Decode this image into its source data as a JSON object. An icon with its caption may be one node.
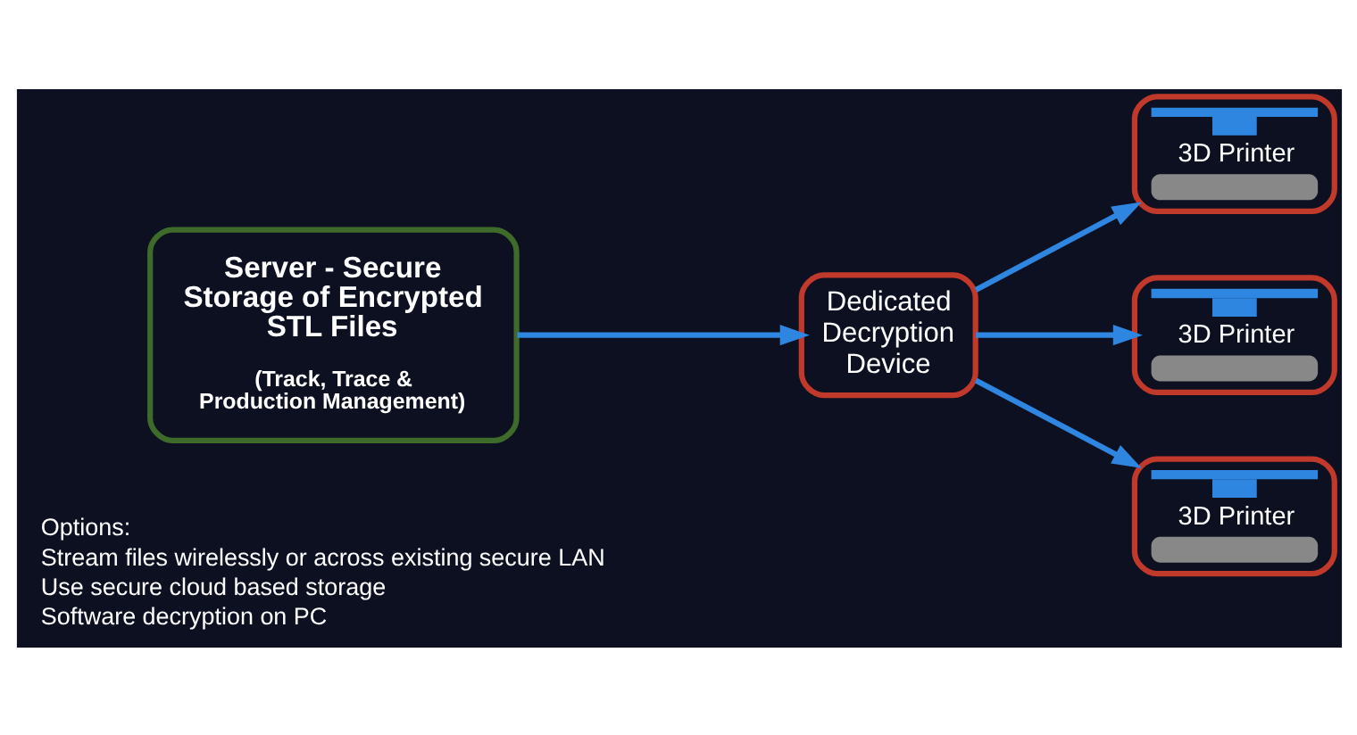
{
  "diagram": {
    "nodes": [
      {
        "text": [
          "Server - Secure Storage of Encrypted STL Files",
          "(Track, Trace & Production Management)"
        ]
      },
      {
        "text": [
          "Dedicated Decryption Device"
        ]
      },
      {
        "text": [
          "3D Printer"
        ]
      },
      {
        "text": [
          "3D Printer"
        ]
      },
      {
        "text": [
          "3D Printer"
        ]
      }
    ],
    "edges": [
      {
        "from": 0,
        "to": 1,
        "arrow": "to"
      },
      {
        "from": 1,
        "to": 2,
        "arrow": "to"
      },
      {
        "from": 1,
        "to": 3,
        "arrow": "to"
      },
      {
        "from": 1,
        "to": 4,
        "arrow": "to"
      }
    ],
    "labels": [
      "Options:",
      "Stream files wirelessly or across existing secure LAN",
      "Use secure cloud based storage",
      "Software decryption on PC"
    ]
  }
}
